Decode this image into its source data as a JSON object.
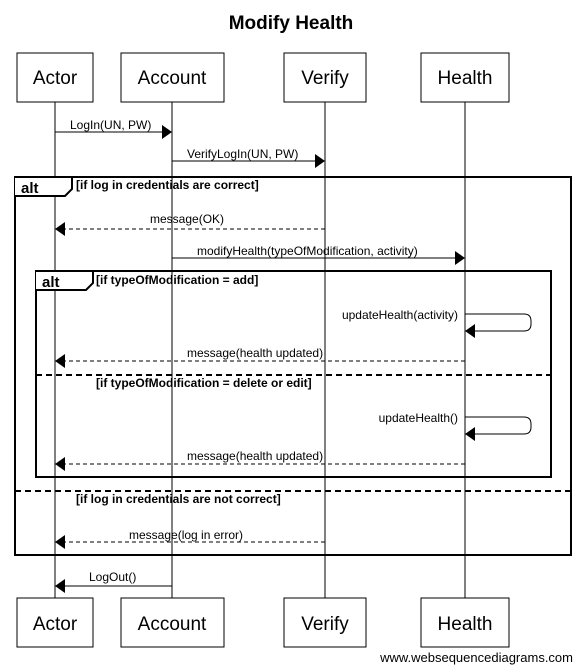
{
  "title": "Modify Health",
  "participants": [
    "Actor",
    "Account",
    "Verify",
    "Health"
  ],
  "messages": [
    {
      "label": "LogIn(UN, PW)",
      "from": "Actor",
      "to": "Account",
      "style": "solid"
    },
    {
      "label": "VerifyLogIn(UN, PW)",
      "from": "Account",
      "to": "Verify",
      "style": "solid"
    },
    {
      "label": "message(OK)",
      "from": "Verify",
      "to": "Actor",
      "style": "dashed"
    },
    {
      "label": "modifyHealth(typeOfModification, activity)",
      "from": "Account",
      "to": "Health",
      "style": "solid"
    },
    {
      "label": "updateHealth(activity)",
      "from": "Health",
      "to": "Health",
      "style": "solid"
    },
    {
      "label": "message(health updated)",
      "from": "Health",
      "to": "Actor",
      "style": "dashed"
    },
    {
      "label": "updateHealth()",
      "from": "Health",
      "to": "Health",
      "style": "solid"
    },
    {
      "label": "message(health updated)",
      "from": "Health",
      "to": "Actor",
      "style": "dashed"
    },
    {
      "label": "message(log in error)",
      "from": "Verify",
      "to": "Actor",
      "style": "dashed"
    },
    {
      "label": "LogOut()",
      "from": "Account",
      "to": "Actor",
      "style": "solid"
    }
  ],
  "fragments": [
    {
      "kind": "alt",
      "guards": [
        "[if log in credentials are correct]",
        "[if log in credentials are not correct]"
      ]
    },
    {
      "kind": "alt",
      "guards": [
        "[if typeOfModification = add]",
        "[if typeOfModification = delete or edit]"
      ]
    }
  ],
  "footer": "www.websequencediagrams.com"
}
